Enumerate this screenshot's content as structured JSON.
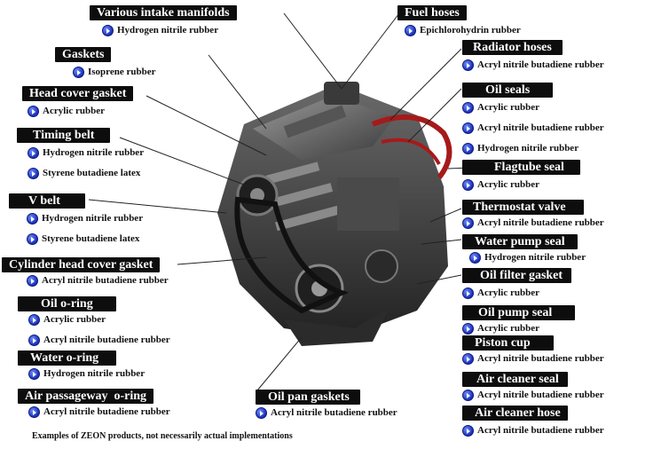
{
  "labels": {
    "intake": {
      "title": "Various intake manifolds",
      "materials": [
        "Hydrogen nitrile rubber"
      ]
    },
    "fuel": {
      "title": "Fuel hoses",
      "materials": [
        "Epichlorohydrin rubber"
      ]
    },
    "gaskets": {
      "title": "Gaskets",
      "materials": [
        "Isoprene rubber"
      ]
    },
    "radiator": {
      "title": "Radiator hoses",
      "materials": [
        "Acryl nitrile butadiene rubber"
      ]
    },
    "headcover": {
      "title": "Head cover gasket",
      "materials": [
        "Acrylic rubber"
      ]
    },
    "oilseals": {
      "title": "Oil seals",
      "materials": [
        "Acrylic rubber",
        "Acryl nitrile butadiene rubber",
        "Hydrogen nitrile rubber"
      ]
    },
    "timing": {
      "title": "Timing belt",
      "materials": [
        "Hydrogen nitrile rubber",
        "Styrene butadiene latex"
      ]
    },
    "flagtube": {
      "title": "Flagtube seal",
      "materials": [
        "Acrylic rubber"
      ]
    },
    "vbelt": {
      "title": "V belt",
      "materials": [
        "Hydrogen nitrile rubber",
        "Styrene butadiene latex"
      ]
    },
    "thermostat": {
      "title": "Thermostat valve",
      "materials": [
        "Acryl nitrile butadiene rubber"
      ]
    },
    "waterpump": {
      "title": "Water pump seal",
      "materials": [
        "Hydrogen nitrile rubber"
      ]
    },
    "cylhead": {
      "title": "Cylinder head cover gasket",
      "materials": [
        "Acryl nitrile butadiene rubber"
      ]
    },
    "oilfilter": {
      "title": "Oil filter gasket",
      "materials": [
        "Acrylic rubber"
      ]
    },
    "oiloring": {
      "title": "Oil o-ring",
      "materials": [
        "Acrylic rubber",
        "Acryl nitrile butadiene rubber"
      ]
    },
    "oilpump": {
      "title": "Oil pump seal",
      "materials": [
        "Acrylic rubber"
      ]
    },
    "piston": {
      "title": "Piston cup",
      "materials": [
        "Acryl nitrile butadiene rubber"
      ]
    },
    "wateroring": {
      "title": "Water o-ring",
      "materials": [
        "Hydrogen nitrile rubber"
      ]
    },
    "aircleanseal": {
      "title": "Air cleaner seal",
      "materials": [
        "Acryl nitrile butadiene rubber"
      ]
    },
    "airpass": {
      "title": "Air passageway  o-ring",
      "materials": [
        "Acryl nitrile butadiene rubber"
      ]
    },
    "oilpan": {
      "title": "Oil pan gaskets",
      "materials": [
        "Acryl nitrile butadiene rubber"
      ]
    },
    "aircleanhose": {
      "title": "Air cleaner hose",
      "materials": [
        "Acryl nitrile butadiene rubber"
      ]
    }
  },
  "footnote": "Examples of ZEON products, not necessarily actual implementations",
  "colors": {
    "header_bg": "#0d0d0d",
    "bullet": "#1a2fb8",
    "pipe": "#a61a1a"
  }
}
